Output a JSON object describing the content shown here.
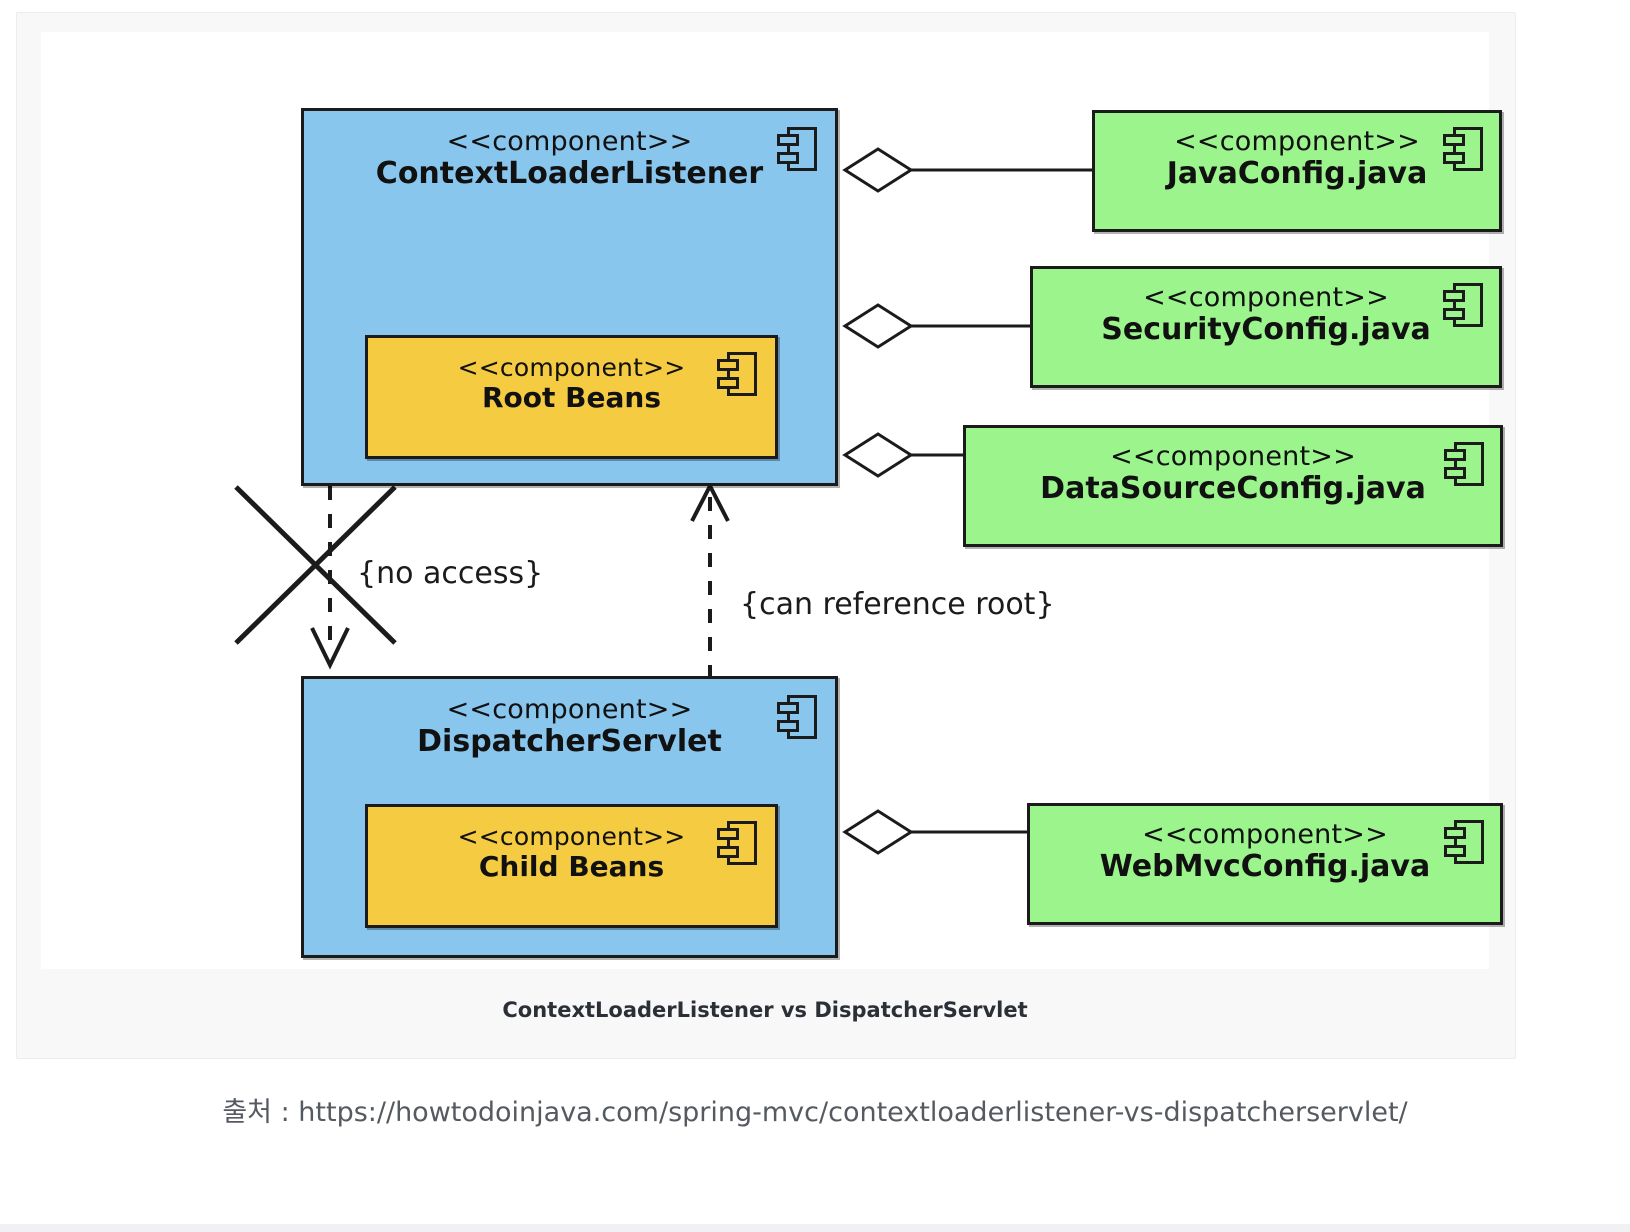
{
  "diagram": {
    "title": "ContextLoaderListener vs DispatcherServlet",
    "type": "uml-component-diagram",
    "stereotype_label": "<<component>>",
    "colors": {
      "context_box": "#89c6ee",
      "beans_box": "#f5cb42",
      "config_box": "#9bf58c",
      "stroke": "#1b1b1b",
      "canvas": "#ffffff",
      "frame": "#f8f8f9"
    },
    "components": {
      "root_context": {
        "stereotype": "<<component>>",
        "name": "ContextLoaderListener",
        "icon": "uml-component-icon",
        "color": "#89c6ee"
      },
      "root_beans": {
        "stereotype": "<<component>>",
        "name": "Root Beans",
        "icon": "uml-component-icon",
        "color": "#f5cb42"
      },
      "dispatcher": {
        "stereotype": "<<component>>",
        "name": "DispatcherServlet",
        "icon": "uml-component-icon",
        "color": "#89c6ee"
      },
      "child_beans": {
        "stereotype": "<<component>>",
        "name": "Child Beans",
        "icon": "uml-component-icon",
        "color": "#f5cb42"
      },
      "java_config": {
        "stereotype": "<<component>>",
        "name": "JavaConfig.java",
        "icon": "uml-component-icon",
        "color": "#9bf58c"
      },
      "security_config": {
        "stereotype": "<<component>>",
        "name": "SecurityConfig.java",
        "icon": "uml-component-icon",
        "color": "#9bf58c"
      },
      "datasource_config": {
        "stereotype": "<<component>>",
        "name": "DataSourceConfig.java",
        "icon": "uml-component-icon",
        "color": "#9bf58c"
      },
      "webmvc_config": {
        "stereotype": "<<component>>",
        "name": "WebMvcConfig.java",
        "icon": "uml-component-icon",
        "color": "#9bf58c"
      }
    },
    "relations": [
      {
        "from": "root_context",
        "to": "java_config",
        "kind": "aggregation"
      },
      {
        "from": "root_context",
        "to": "security_config",
        "kind": "aggregation"
      },
      {
        "from": "root_context",
        "to": "datasource_config",
        "kind": "aggregation"
      },
      {
        "from": "dispatcher",
        "to": "webmvc_config",
        "kind": "aggregation"
      },
      {
        "from": "root_context",
        "to": "dispatcher",
        "kind": "dependency-blocked",
        "label": "{no access}"
      },
      {
        "from": "dispatcher",
        "to": "root_context",
        "kind": "dependency",
        "label": "{can reference root}"
      }
    ],
    "annotations": {
      "no_access": "{no access}",
      "can_reference_root": "{can reference root}"
    }
  },
  "caption": "ContextLoaderListener vs DispatcherServlet",
  "source": "출처 : https://howtodoinjava.com/spring-mvc/contextloaderlistener-vs-dispatcherservlet/"
}
